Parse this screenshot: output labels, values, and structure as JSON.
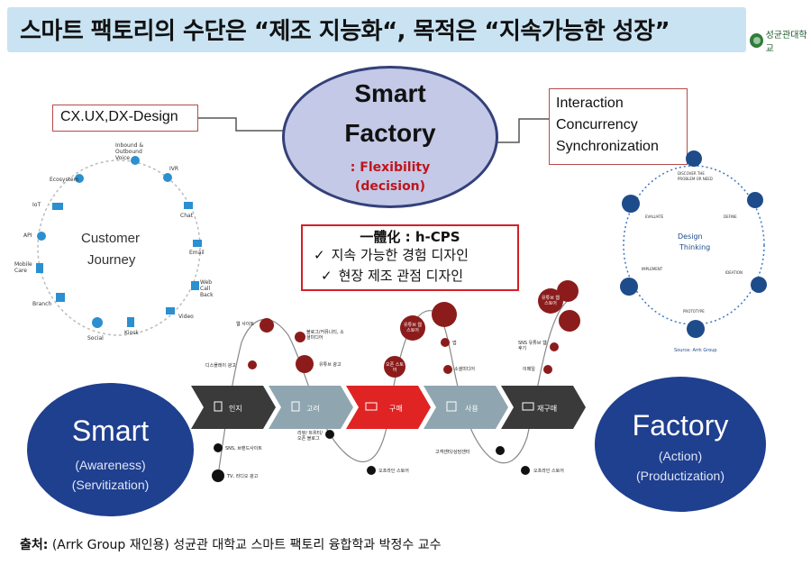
{
  "title": "스마트 팩토리의 수단은 “제조 지능화“, 목적은 “지속가능한 성장”",
  "logo": {
    "name": "성균관대학교"
  },
  "center": {
    "title_line1": "Smart",
    "title_line2": "Factory",
    "subtitle_line1": ": Flexibility",
    "subtitle_line2": "(decision)"
  },
  "left_label": "CX.UX,DX-Design",
  "right_labels": [
    "Interaction",
    "Concurrency",
    "Synchronization"
  ],
  "hcps": {
    "title": "一體化 : h-CPS",
    "items": [
      "지속 가능한 경험 디자인",
      "현장 제조 관점 디자인"
    ],
    "check": "✓"
  },
  "customer_journey": {
    "title_line1": "Customer",
    "title_line2": "Journey",
    "nodes": [
      "Inbound & Outbound Voice",
      "IVR",
      "Chat",
      "Email",
      "Web Call Back",
      "Video",
      "Kiosk",
      "Social",
      "Branch",
      "Mobile Care",
      "API",
      "IoT",
      "Ecosystem"
    ]
  },
  "design_thinking": {
    "title_line1": "Design",
    "title_line2": "Thinking",
    "nodes": [
      "DISCOVER THE PROBLEM OR NEED",
      "DEFINE",
      "IDEATION",
      "PROTOTYPE",
      "IMPLEMENT",
      "EVALUATE"
    ],
    "source": "Source: Arrk Group"
  },
  "journey_stages": [
    "인지",
    "고려",
    "구매",
    "사용",
    "재구매"
  ],
  "journey_points": {
    "top": [
      "웹 사이트",
      "디스플레이 광고",
      "블로그/커뮤니티, 소셜미디어",
      "유튜브 광고",
      "유튜브 웹 스토어",
      "소셜미디어",
      "오픈 스토어",
      "유튜브 웹 스토어",
      "SNS 유튜브 웹 후기",
      "이메일",
      "앱"
    ],
    "bottom": [
      "SNS, 브랜드사이트",
      "TV, 라디오 광고",
      "리뷰/ 트위터/ 오픈 블로그",
      "오프라인 스토어",
      "고객센터/상담센터",
      "오프라인 스토어"
    ]
  },
  "smart": {
    "title": "Smart",
    "line1": "(Awareness)",
    "line2": "(Servitization)"
  },
  "factory": {
    "title": "Factory",
    "line1": "(Action)",
    "line2": "(Productization)"
  },
  "footer": {
    "prefix": "출처:",
    "text": "(Arrk Group 재인용) 성균관 대학교 스마트 팩토리 융합학과 박정수 교수"
  },
  "colors": {
    "title_bg": "#c9e3f3",
    "ellipse": "#c3c9e6",
    "accent_red": "#c0141c",
    "navy": "#1f3f8f",
    "chevron_dark": "#3a3a3a",
    "chevron_gray": "#8fa6b0",
    "chevron_red": "#e02424"
  }
}
